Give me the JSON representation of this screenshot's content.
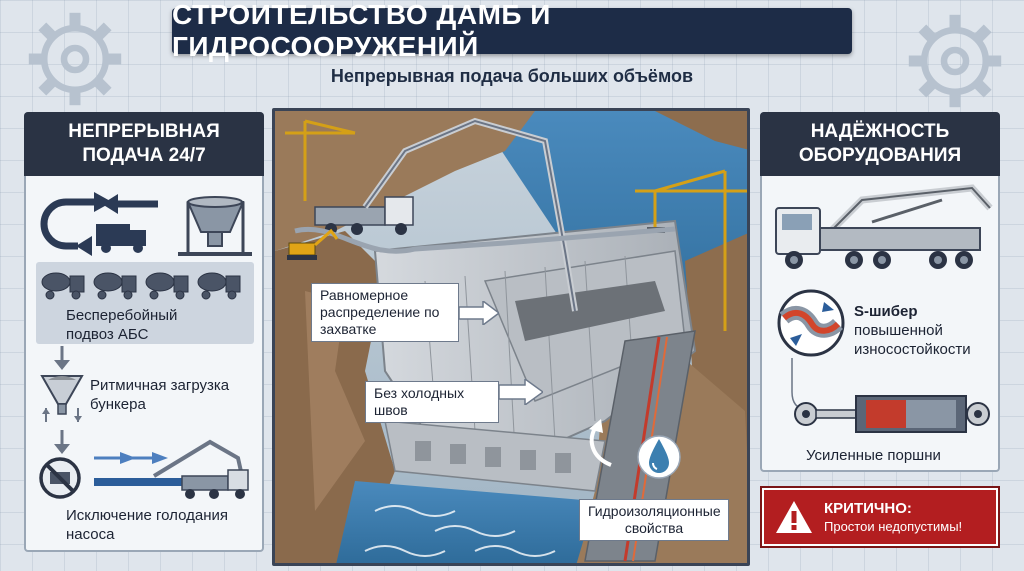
{
  "header": {
    "title": "СТРОИТЕЛЬСТВО ДАМБ И ГИДРОСООРУЖЕНИЙ",
    "subtitle": "Непрерывная подача больших объёмов"
  },
  "left_panel": {
    "heading": "НЕПРЕРЫВНАЯ ПОДАЧА 24/7",
    "items": [
      {
        "label": "Бесперебойный подвоз АБС",
        "icon": "mixer-trucks-icon"
      },
      {
        "label": "Ритмичная загрузка бункера",
        "icon": "hopper-icon"
      },
      {
        "label": "Исключение голодания насоса",
        "icon": "no-starvation-icon"
      }
    ]
  },
  "center": {
    "callouts": [
      {
        "label": "Равномерное распределение по захватке"
      },
      {
        "label": "Без холодных швов"
      },
      {
        "label": "Гидроизоляционные свойства"
      }
    ]
  },
  "right_panel": {
    "heading": "НАДЁЖНОСТЬ ОБОРУДОВАНИЯ",
    "items": [
      {
        "title": "S-шибер",
        "label": "повышенной износостойкости",
        "icon": "s-valve-icon"
      },
      {
        "label": "Усиленные поршни",
        "icon": "piston-icon"
      }
    ]
  },
  "warning": {
    "title": "КРИТИЧНО:",
    "text": "Простои недопустимы!"
  },
  "colors": {
    "navy": "#1d2c47",
    "panel_dark": "#2a3344",
    "alert_red": "#b31e20",
    "water_blue": "#3c7fb0",
    "concrete": "#c9cdd2",
    "rock": "#9a7a5a"
  }
}
